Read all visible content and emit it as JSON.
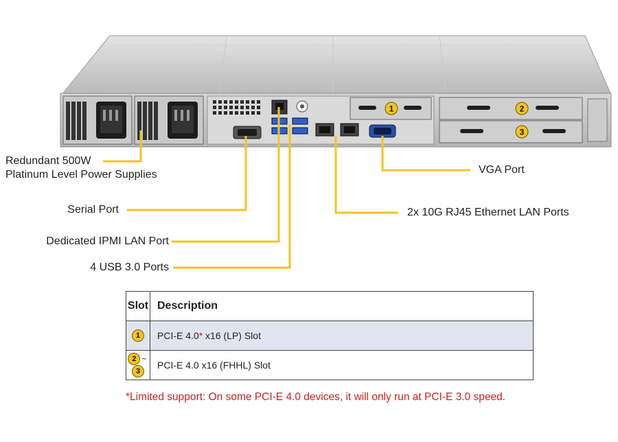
{
  "callouts": {
    "psu_line1": "Redundant 500W",
    "psu_line2": "Platinum Level Power Supplies",
    "serial": "Serial Port",
    "ipmi": "Dedicated IPMI  LAN Port",
    "usb": "4 USB 3.0 Ports",
    "vga": "VGA Port",
    "lan": "2x 10G RJ45 Ethernet LAN Ports"
  },
  "slot_badges": [
    "1",
    "2",
    "3"
  ],
  "table": {
    "headers": [
      "Slot",
      "Description"
    ],
    "rows": [
      {
        "slot": "1",
        "desc_main": "PCI-E 4.0",
        "desc_mark": "*",
        "desc_rest": " x16 (LP) Slot"
      },
      {
        "slot_from": "2",
        "slot_sep": "~",
        "slot_to": "3",
        "desc": "PCI-E 4.0 x16 (FHHL) Slot"
      }
    ]
  },
  "footnote": "*Limited support: On some PCI-E 4.0 devices, it will only run at PCI-E 3.0 speed.",
  "colors": {
    "callout_line": "#f3c51c",
    "footnote": "#d02020",
    "row_highlight": "#dfe4ef"
  }
}
